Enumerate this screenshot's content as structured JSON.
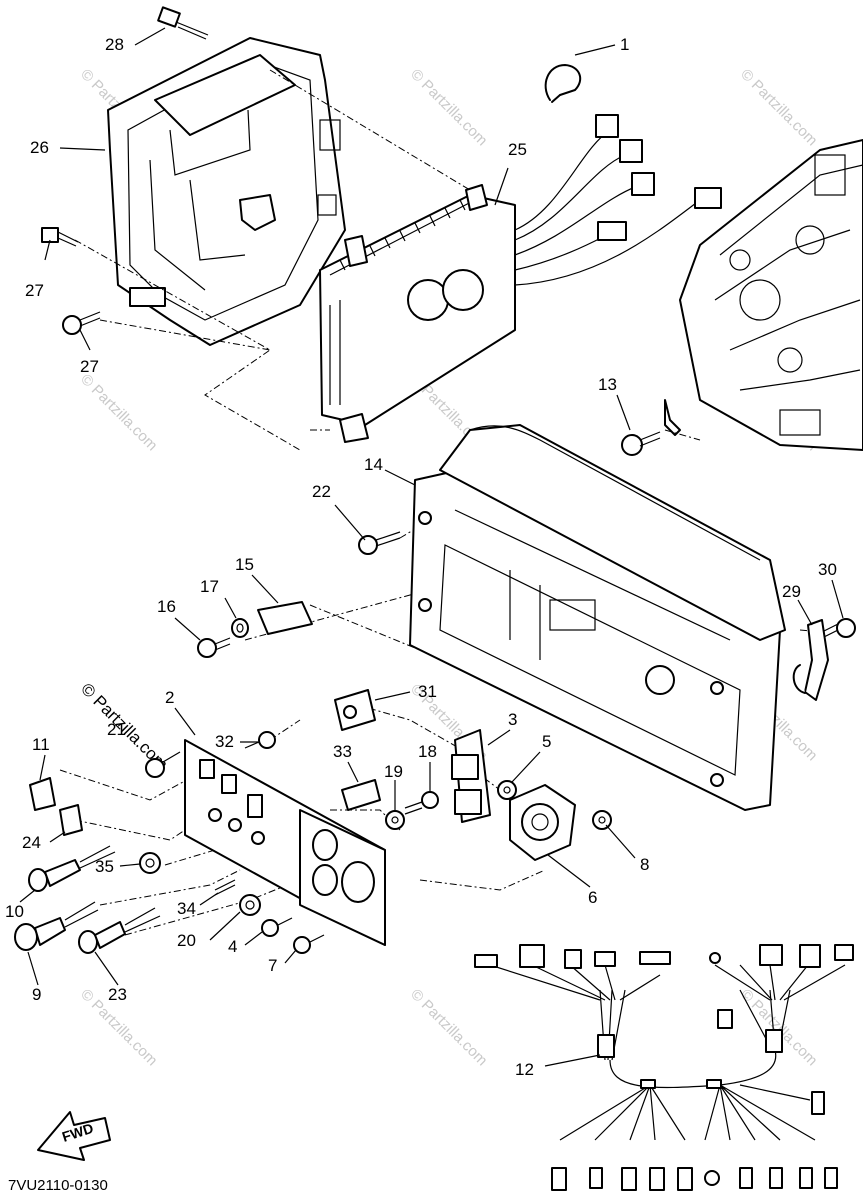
{
  "diagram": {
    "drawing_code": "7VU2110-0130",
    "direction_label": "FWD",
    "watermark_text": "© Partzilla.com",
    "part_numbers": {
      "p1": "1",
      "p2": "2",
      "p3": "3",
      "p4": "4",
      "p5": "5",
      "p6": "6",
      "p7": "7",
      "p8": "8",
      "p9": "9",
      "p10": "10",
      "p11": "11",
      "p12": "12",
      "p13": "13",
      "p14": "14",
      "p15": "15",
      "p16": "16",
      "p17": "17",
      "p18": "18",
      "p19": "19",
      "p20": "20",
      "p21": "21",
      "p22": "22",
      "p23": "23",
      "p24": "24",
      "p25": "25",
      "p26": "26",
      "p27a": "27",
      "p27b": "27",
      "p28": "28",
      "p29": "29",
      "p30": "30",
      "p31": "31",
      "p32": "32",
      "p33": "33",
      "p34": "34",
      "p35": "35"
    }
  }
}
